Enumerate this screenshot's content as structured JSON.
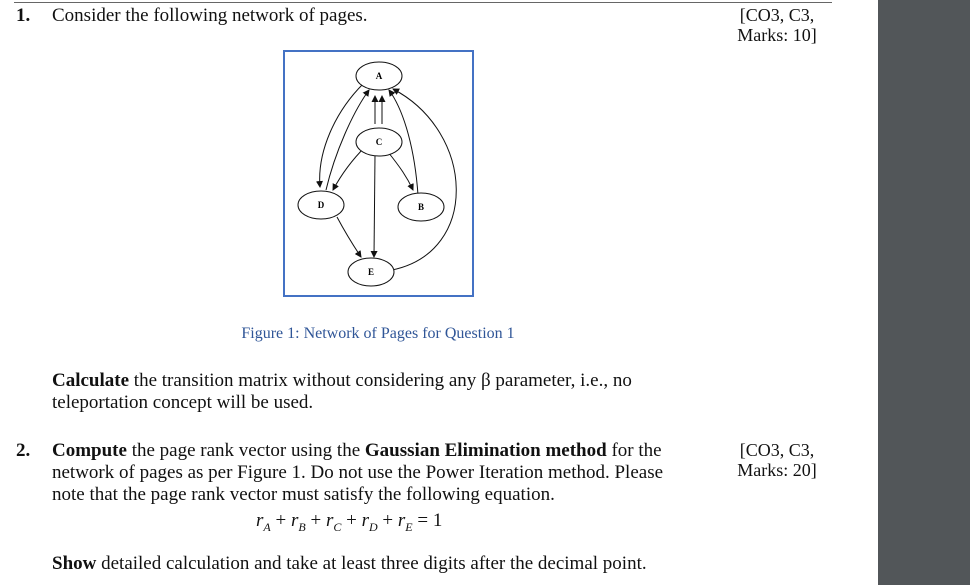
{
  "question1": {
    "number": "1.",
    "prompt": "Consider the following network of pages.",
    "marks_line1": "[CO3, C3,",
    "marks_line2": "Marks: 10]"
  },
  "figure": {
    "nodes": [
      "A",
      "C",
      "D",
      "B",
      "E"
    ],
    "caption": "Figure 1: Network of Pages for Question 1"
  },
  "task1": {
    "bold": "Calculate",
    "rest_line1": " the transition matrix without considering any β parameter, i.e., no",
    "line2": "teleportation concept will be used."
  },
  "question2": {
    "number": "2.",
    "bold1": "Compute",
    "text1": " the page rank vector using the ",
    "bold2": "Gaussian Elimination method",
    "text2": " for the",
    "line2": "network of pages as per Figure 1. Do not use the Power Iteration method. Please",
    "line3": "note that the page rank vector must satisfy the following equation.",
    "marks_line1": "[CO3, C3,",
    "marks_line2": "Marks: 20]"
  },
  "equation": {
    "r": "r",
    "plus": " + ",
    "A": "A",
    "B": "B",
    "C": "C",
    "D": "D",
    "E": "E",
    "equals": " = 1"
  },
  "task2": {
    "bold": "Show",
    "rest": " detailed calculation and take at least three digits after the decimal point."
  }
}
